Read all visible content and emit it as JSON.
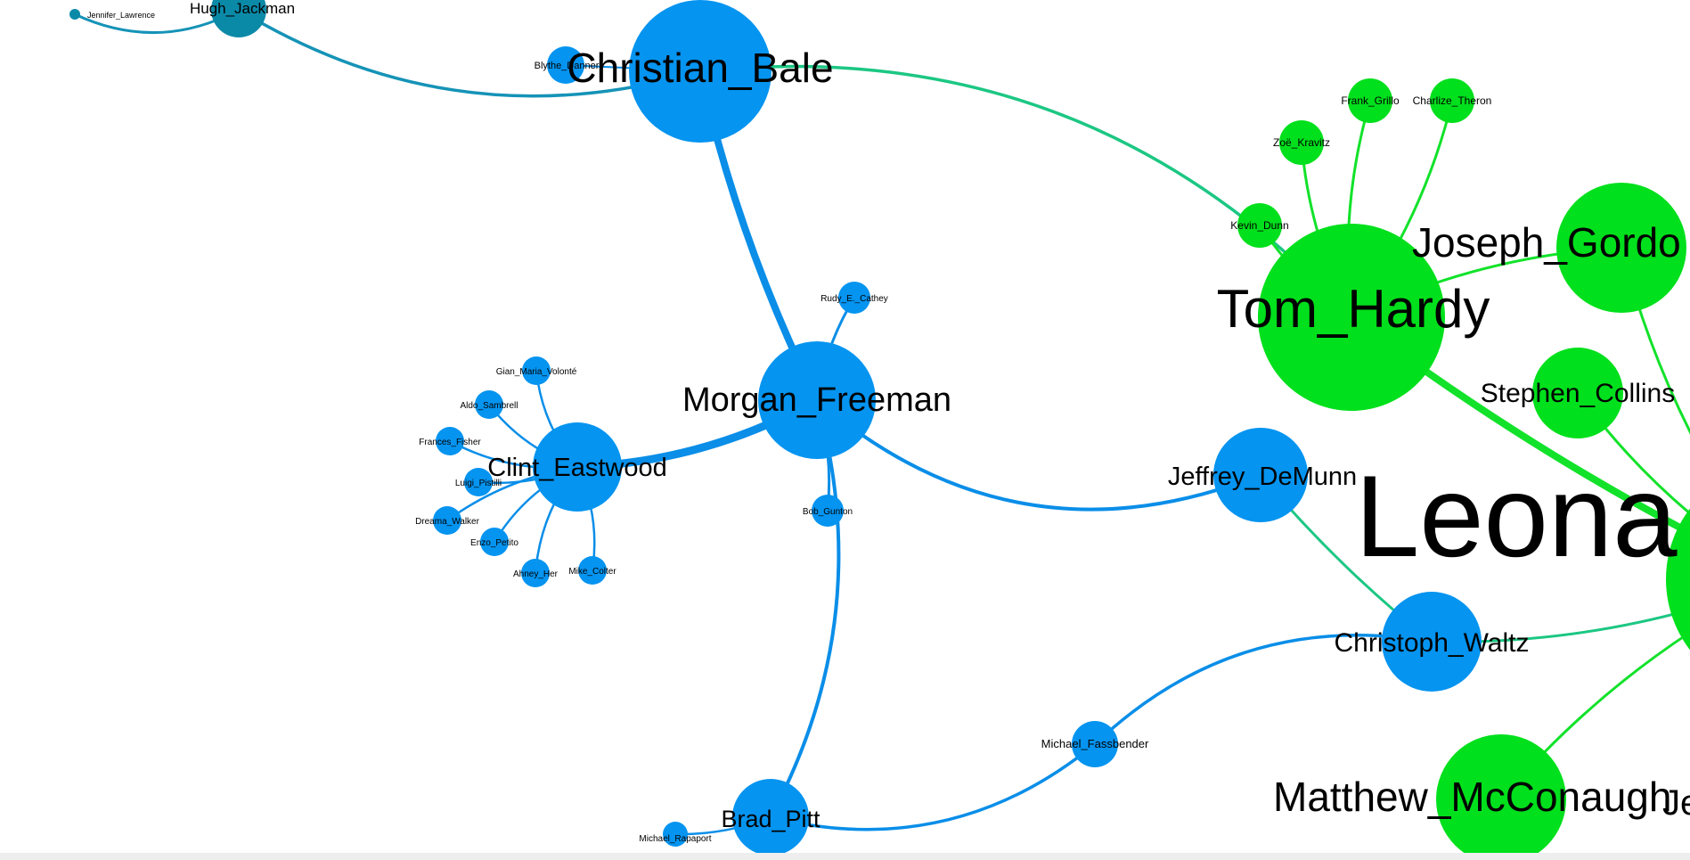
{
  "graph": {
    "colors": {
      "blue_node": "#0594f0",
      "green_node": "#00e01c",
      "teal_node": "#0b8aa8",
      "blue_edge": "#0a8ee8",
      "green_edge": "#12e22a",
      "mixed_edge": "#1cc783",
      "teal_edge": "#1593b7",
      "label": "#000000",
      "background": "#ffffff"
    },
    "nodes": [
      {
        "id": "jennifer_lawrence",
        "label": "Jennifer_Lawrence",
        "group": "teal"
      },
      {
        "id": "hugh_jackman",
        "label": "Hugh_Jackman",
        "group": "teal"
      },
      {
        "id": "christian_bale",
        "label": "Christian_Bale",
        "group": "blue"
      },
      {
        "id": "blythe_danner",
        "label": "Blythe_Danner",
        "group": "blue"
      },
      {
        "id": "morgan_freeman",
        "label": "Morgan_Freeman",
        "group": "blue"
      },
      {
        "id": "rudy_e_cathey",
        "label": "Rudy_E._Cathey",
        "group": "blue"
      },
      {
        "id": "bob_gunton",
        "label": "Bob_Gunton",
        "group": "blue"
      },
      {
        "id": "clint_eastwood",
        "label": "Clint_Eastwood",
        "group": "blue"
      },
      {
        "id": "gian_maria_volonte",
        "label": "Gian_Maria_Volonté",
        "group": "blue"
      },
      {
        "id": "aldo_sambrell",
        "label": "Aldo_Sambrell",
        "group": "blue"
      },
      {
        "id": "frances_fisher",
        "label": "Frances_Fisher",
        "group": "blue"
      },
      {
        "id": "luigi_pistilli",
        "label": "Luigi_Pistilli",
        "group": "blue"
      },
      {
        "id": "dreama_walker",
        "label": "Dreama_Walker",
        "group": "blue"
      },
      {
        "id": "enzo_petito",
        "label": "Enzo_Petito",
        "group": "blue"
      },
      {
        "id": "ahney_her",
        "label": "Ahney_Her",
        "group": "blue"
      },
      {
        "id": "mike_colter",
        "label": "Mike_Colter",
        "group": "blue"
      },
      {
        "id": "jeffrey_demunn",
        "label": "Jeffrey_DeMunn",
        "group": "blue"
      },
      {
        "id": "christoph_waltz",
        "label": "Christoph_Waltz",
        "group": "blue"
      },
      {
        "id": "michael_fassbender",
        "label": "Michael_Fassbender",
        "group": "blue"
      },
      {
        "id": "brad_pitt",
        "label": "Brad_Pitt",
        "group": "blue"
      },
      {
        "id": "michael_rapaport",
        "label": "Michael_Rapaport",
        "group": "blue"
      },
      {
        "id": "tom_hardy",
        "label": "Tom_Hardy",
        "group": "green"
      },
      {
        "id": "kevin_dunn",
        "label": "Kevin_Dunn",
        "group": "green"
      },
      {
        "id": "zoe_kravitz",
        "label": "Zoë_Kravitz",
        "group": "green"
      },
      {
        "id": "frank_grillo",
        "label": "Frank_Grillo",
        "group": "green"
      },
      {
        "id": "charlize_theron",
        "label": "Charlize_Theron",
        "group": "green"
      },
      {
        "id": "joseph_gordon",
        "label": "Joseph_Gordo",
        "group": "green"
      },
      {
        "id": "stephen_collins",
        "label": "Stephen_Collins",
        "group": "green"
      },
      {
        "id": "leonardo",
        "label": "Leona",
        "group": "green"
      },
      {
        "id": "matthew_mcconaughey",
        "label": "Matthew_McConaugh",
        "group": "green"
      },
      {
        "id": "partial_je",
        "label": "Je",
        "group": "green"
      }
    ],
    "edges": [
      {
        "from": "jennifer_lawrence",
        "to": "hugh_jackman",
        "color": "teal_edge"
      },
      {
        "from": "hugh_jackman",
        "to": "christian_bale",
        "color": "teal_edge"
      },
      {
        "from": "blythe_danner",
        "to": "christian_bale",
        "color": "blue_edge"
      },
      {
        "from": "christian_bale",
        "to": "morgan_freeman",
        "color": "blue_edge"
      },
      {
        "from": "christian_bale",
        "to": "tom_hardy",
        "color": "mixed_edge"
      },
      {
        "from": "rudy_e_cathey",
        "to": "morgan_freeman",
        "color": "blue_edge"
      },
      {
        "from": "bob_gunton",
        "to": "morgan_freeman",
        "color": "blue_edge"
      },
      {
        "from": "clint_eastwood",
        "to": "morgan_freeman",
        "color": "blue_edge"
      },
      {
        "from": "morgan_freeman",
        "to": "jeffrey_demunn",
        "color": "blue_edge"
      },
      {
        "from": "morgan_freeman",
        "to": "brad_pitt",
        "color": "blue_edge"
      },
      {
        "from": "gian_maria_volonte",
        "to": "clint_eastwood",
        "color": "blue_edge"
      },
      {
        "from": "aldo_sambrell",
        "to": "clint_eastwood",
        "color": "blue_edge"
      },
      {
        "from": "frances_fisher",
        "to": "clint_eastwood",
        "color": "blue_edge"
      },
      {
        "from": "luigi_pistilli",
        "to": "clint_eastwood",
        "color": "blue_edge"
      },
      {
        "from": "dreama_walker",
        "to": "clint_eastwood",
        "color": "blue_edge"
      },
      {
        "from": "enzo_petito",
        "to": "clint_eastwood",
        "color": "blue_edge"
      },
      {
        "from": "ahney_her",
        "to": "clint_eastwood",
        "color": "blue_edge"
      },
      {
        "from": "mike_colter",
        "to": "clint_eastwood",
        "color": "blue_edge"
      },
      {
        "from": "jeffrey_demunn",
        "to": "christoph_waltz",
        "color": "mixed_edge"
      },
      {
        "from": "christoph_waltz",
        "to": "michael_fassbender",
        "color": "blue_edge"
      },
      {
        "from": "michael_fassbender",
        "to": "brad_pitt",
        "color": "blue_edge"
      },
      {
        "from": "michael_rapaport",
        "to": "brad_pitt",
        "color": "blue_edge"
      },
      {
        "from": "kevin_dunn",
        "to": "tom_hardy",
        "color": "green_edge"
      },
      {
        "from": "zoe_kravitz",
        "to": "tom_hardy",
        "color": "green_edge"
      },
      {
        "from": "frank_grillo",
        "to": "tom_hardy",
        "color": "green_edge"
      },
      {
        "from": "charlize_theron",
        "to": "tom_hardy",
        "color": "green_edge"
      },
      {
        "from": "tom_hardy",
        "to": "joseph_gordon",
        "color": "green_edge"
      },
      {
        "from": "tom_hardy",
        "to": "leonardo",
        "color": "green_edge"
      },
      {
        "from": "stephen_collins",
        "to": "leonardo",
        "color": "green_edge"
      },
      {
        "from": "joseph_gordon",
        "to": "leonardo",
        "color": "green_edge"
      },
      {
        "from": "christoph_waltz",
        "to": "leonardo",
        "color": "mixed_edge"
      },
      {
        "from": "matthew_mcconaughey",
        "to": "leonardo",
        "color": "green_edge"
      }
    ]
  }
}
